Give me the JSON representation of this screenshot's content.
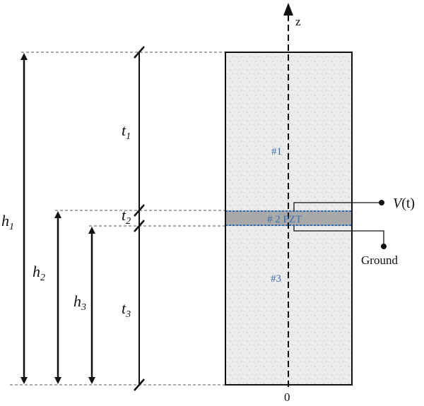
{
  "axis": {
    "label": "z",
    "origin_label": "0"
  },
  "layers": [
    {
      "id": "layer-1",
      "label": "#1"
    },
    {
      "id": "layer-2",
      "label": "# 2 PZT"
    },
    {
      "id": "layer-3",
      "label": "#3"
    }
  ],
  "heights": [
    {
      "symbol": "h",
      "sub": "1"
    },
    {
      "symbol": "h",
      "sub": "2"
    },
    {
      "symbol": "h",
      "sub": "3"
    }
  ],
  "thicknesses": [
    {
      "symbol": "t",
      "sub": "1"
    },
    {
      "symbol": "t",
      "sub": "2"
    },
    {
      "symbol": "t",
      "sub": "3"
    }
  ],
  "electrodes": {
    "voltage": {
      "symbol": "V",
      "arg": "(t)"
    },
    "ground": "Ground"
  },
  "colors": {
    "stroke": "#111111",
    "concrete": "#e9e9e9",
    "pzt": "#a9a9a9",
    "electrode": "#2f6db5",
    "region_label": "#3a6fb0"
  }
}
